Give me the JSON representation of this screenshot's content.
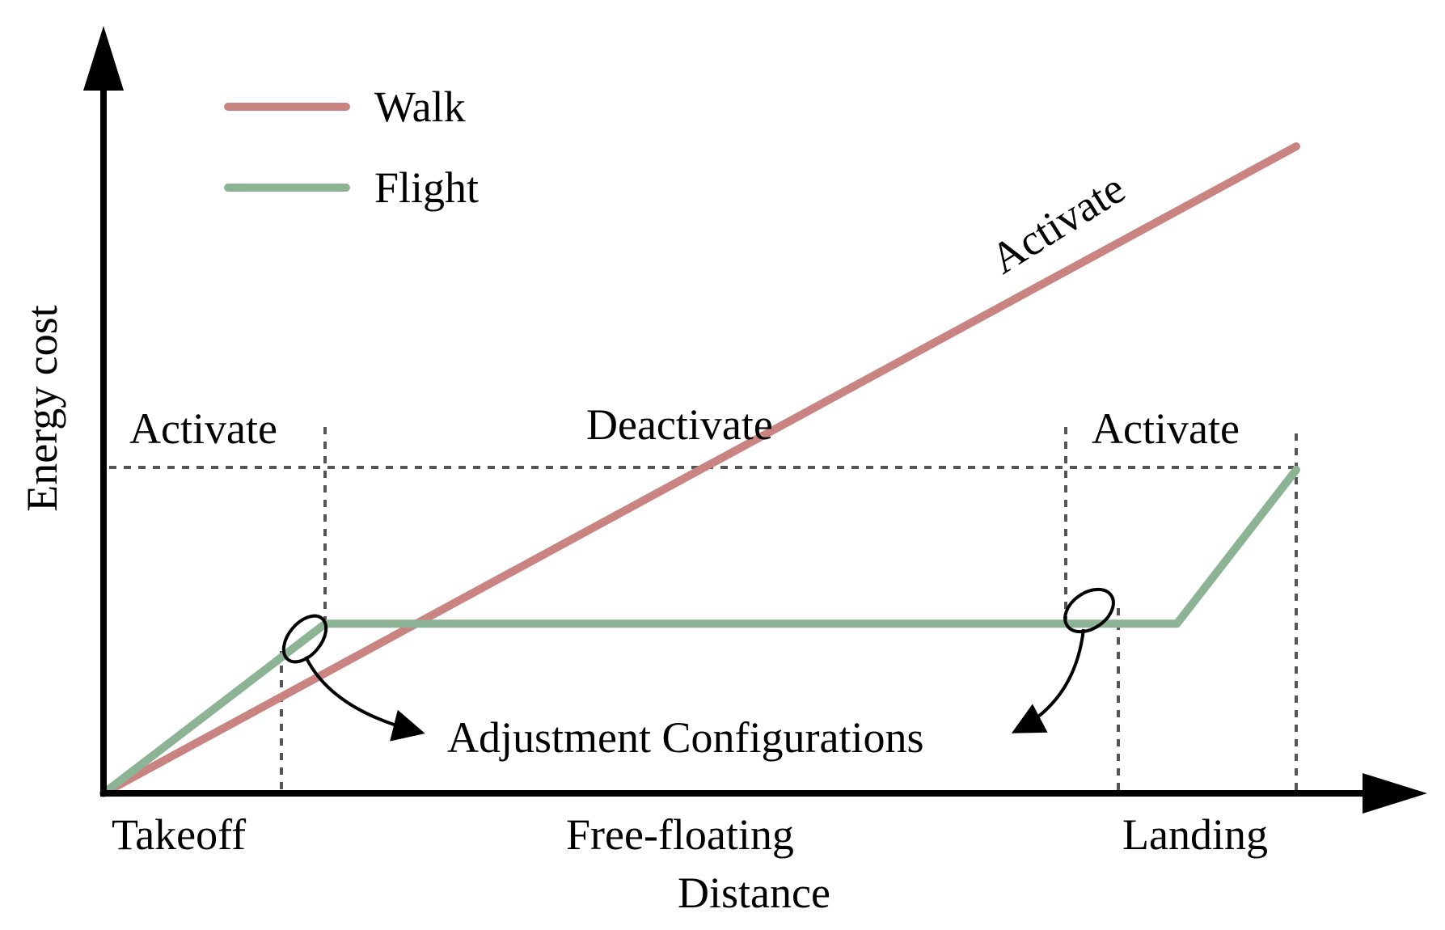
{
  "chart_data": {
    "type": "line",
    "title": "",
    "xlabel": "Distance",
    "ylabel": "Energy cost",
    "x_scale_note": "",
    "legend": {
      "placement": "top-left",
      "entries": [
        {
          "name": "Walk",
          "color": "#c98381"
        },
        {
          "name": "Flight",
          "color": "#8cb393"
        }
      ]
    },
    "phases": [
      {
        "name": "Takeoff",
        "mode": "Activate"
      },
      {
        "name": "Free-floating",
        "mode": "Deactivate"
      },
      {
        "name": "Landing",
        "mode": "Activate"
      }
    ],
    "series": [
      {
        "name": "Walk",
        "color": "#c98381",
        "x": [
          0,
          100
        ],
        "y": [
          0,
          82
        ],
        "label": "Activate"
      },
      {
        "name": "Flight",
        "color": "#8cb393",
        "x": [
          0,
          18.6,
          90,
          100
        ],
        "y": [
          0,
          21.5,
          21.5,
          41
        ]
      }
    ],
    "xlim": [
      0,
      110
    ],
    "ylim": [
      0,
      100
    ],
    "annotation": "Adjustment Configurations",
    "axis_color": "#000000",
    "guide_color": "#555555"
  }
}
